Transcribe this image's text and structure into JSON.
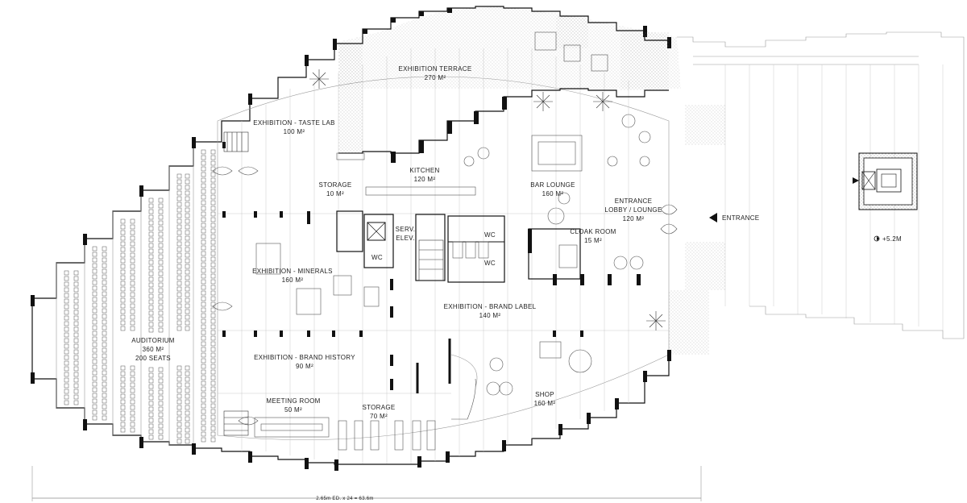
{
  "rooms": {
    "exhibition_terrace": {
      "name": "EXHIBITION TERRACE",
      "area": "270 M²"
    },
    "taste_lab": {
      "name": "EXHIBITION - TASTE LAB",
      "area": "100 M²"
    },
    "kitchen": {
      "name": "KITCHEN",
      "area": "120 M²"
    },
    "storage_small": {
      "name": "STORAGE",
      "area": "10 M²"
    },
    "bar_lounge": {
      "name": "BAR LOUNGE",
      "area": "160 M²"
    },
    "entrance_lobby": {
      "name1": "ENTRANCE",
      "name2": "LOBBY / LOUNGE",
      "area": "120 M²"
    },
    "service_elevator": {
      "line1": "SERV.",
      "line2": "ELEV."
    },
    "wc_1": {
      "name": "WC"
    },
    "wc_2": {
      "name": "WC"
    },
    "wc_3": {
      "name": "WC"
    },
    "cloak_room": {
      "name": "CLOAK ROOM",
      "area": "15 M²"
    },
    "minerals": {
      "name": "EXHIBITION - MINERALS",
      "area": "160 M²"
    },
    "auditorium": {
      "name": "AUDITORIUM",
      "area": "360 M²",
      "seats": "200 SEATS"
    },
    "brand_label": {
      "name": "EXHIBITION - BRAND LABEL",
      "area": "140 M²"
    },
    "brand_history": {
      "name": "EXHIBITION - BRAND HISTORY",
      "area": "90 M²"
    },
    "meeting_room": {
      "name": "MEETING ROOM",
      "area": "50 M²"
    },
    "storage_large": {
      "name": "STORAGE",
      "area": "70 M²"
    },
    "shop": {
      "name": "SHOP",
      "area": "160 M²"
    }
  },
  "entrance_marker": "ENTRANCE",
  "level_marker": "+5.2M",
  "dimension_note": "2.65m ED. x 24 = 63.6m",
  "colors": {
    "ink": "#111111",
    "line": "#9a9a9a",
    "hatch": "#7a7a7a",
    "paper": "#ffffff"
  }
}
